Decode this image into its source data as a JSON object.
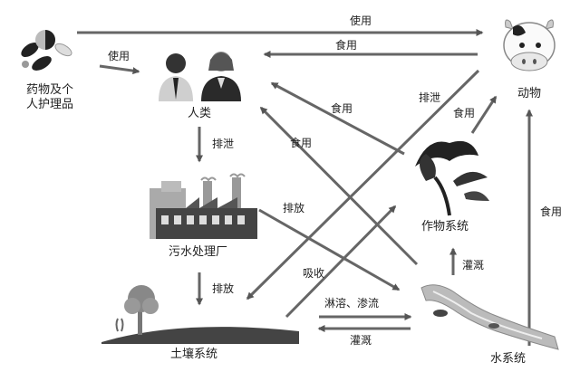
{
  "nodes": {
    "pharma": "药物及个\n人护理品",
    "humans": "人类",
    "wwtp": "污水处理厂",
    "soil": "土壤系统",
    "water": "水系统",
    "crops": "作物系统",
    "animals": "动物"
  },
  "edges": {
    "pharma_animals": "使用",
    "pharma_humans": "使用",
    "animals_humans": "食用",
    "animals_soil": "排泄",
    "crops_humans": "食用",
    "crops_animals": "食用",
    "humans_wwtp": "排泄",
    "water_humans": "食用",
    "wwtp_water": "排放",
    "soil_crops": "吸收",
    "wwtp_soil": "排放",
    "soil_water": "淋溶、渗流",
    "water_soil": "灌溉",
    "water_crops": "灌溉",
    "water_animals": "食用"
  }
}
